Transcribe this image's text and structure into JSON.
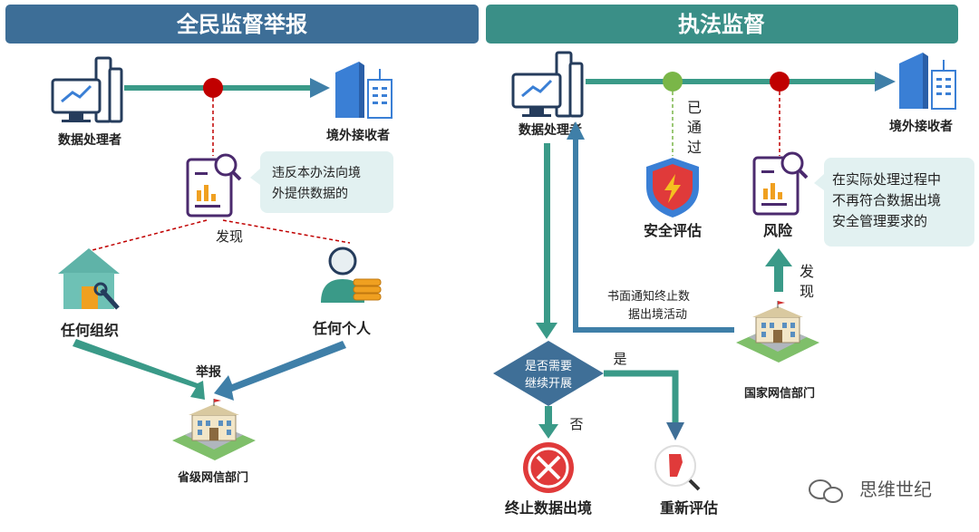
{
  "left": {
    "title": "全民监督举报",
    "data_processor": "数据处理者",
    "overseas_receiver": "境外接收者",
    "violation_note_line1": "违反本办法向境",
    "violation_note_line2": "外提供数据的",
    "discover": "发现",
    "any_org": "任何组织",
    "any_person": "任何个人",
    "report": "举报",
    "provincial_dept": "省级网信部门"
  },
  "right": {
    "title": "执法监督",
    "data_processor": "数据处理者",
    "overseas_receiver": "境外接收者",
    "passed_1": "已",
    "passed_2": "通",
    "passed_3": "过",
    "security_assessment": "安全评估",
    "risk": "风险",
    "risk_note_line1": "在实际处理过程中",
    "risk_note_line2": "不再符合数据出境",
    "risk_note_line3": "安全管理要求的",
    "discover_1": "发",
    "discover_2": "现",
    "notice_line1": "书面通知终止数",
    "notice_line2": "据出境活动",
    "national_dept": "国家网信部门",
    "decision_line1": "是否需要",
    "decision_line2": "继续开展",
    "yes": "是",
    "no": "否",
    "terminate": "终止数据出境",
    "reassess": "重新评估"
  },
  "watermark": "思维世纪",
  "colors": {
    "header_left": "#3d6e97",
    "header_right": "#3a8f87",
    "flow_green": "#3a9a88",
    "flow_blue": "#3f7fa8",
    "dot_red": "#c00000",
    "dot_green": "#7ab648",
    "note_bg": "#e2f1f1",
    "icon_blue": "#3a7fd5",
    "icon_navy": "#253c5c"
  }
}
